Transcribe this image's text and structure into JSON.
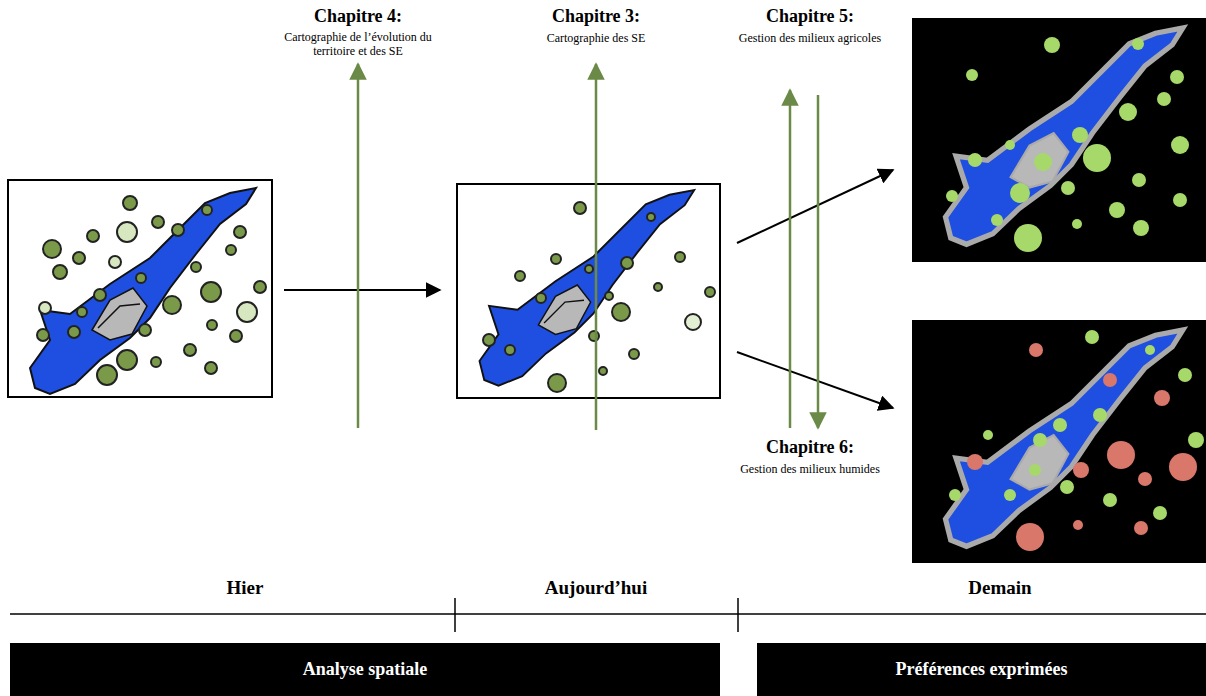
{
  "diagram": {
    "nodes": [
      {
        "text": [
          "Analyse spatiale"
        ]
      },
      {
        "text": [
          "Préférences exprimées"
        ]
      }
    ],
    "labels": [
      "Chapitre 4:",
      "Cartographie de l’évolution du territoire et des SE",
      "Chapitre 3:",
      "Cartographie des SE",
      "Chapitre 5:",
      "Gestion des milieux agricoles",
      "Chapitre 6:",
      "Gestion des milieux humides",
      "Hier",
      "Aujourd’hui",
      "Demain"
    ]
  }
}
